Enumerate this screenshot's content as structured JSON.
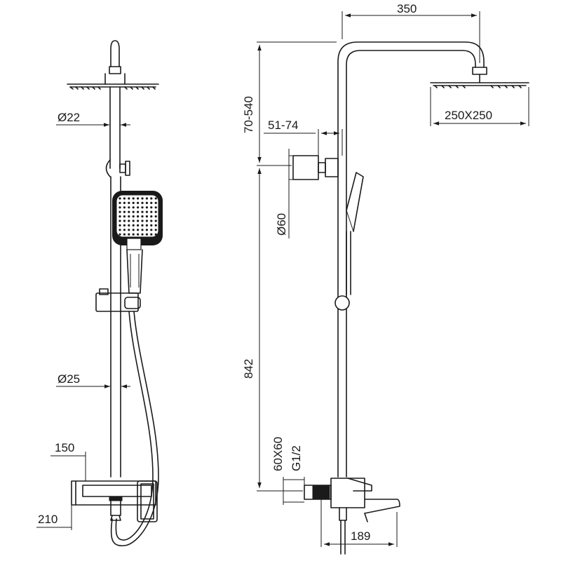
{
  "dimensions": {
    "width_rail": "350",
    "head_size": "250X250",
    "height_adjust": "70-540",
    "arm_projection": "51-74",
    "bracket_dia": "Ø60",
    "bar_height": "842",
    "flange_size": "60X60",
    "thread": "G1/2",
    "spout_length": "189",
    "pipe_dia_top": "Ø22",
    "pipe_dia_bottom": "Ø25",
    "mixer_width": "150",
    "mixer_centers": "210"
  }
}
